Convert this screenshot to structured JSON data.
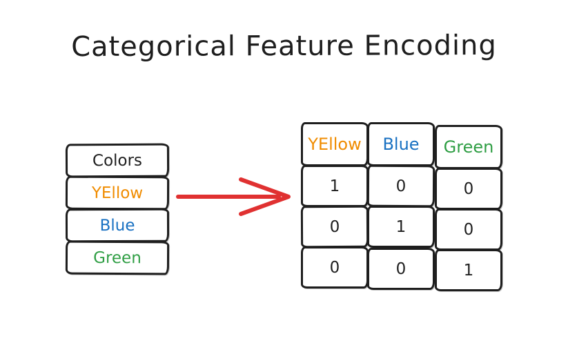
{
  "title": "Categorical Feature Encoding",
  "palette": {
    "ink": "#1e1e1e",
    "yellow": "#f08c00",
    "blue": "#1971c2",
    "green": "#2f9e44",
    "arrow_red": "#e03131",
    "background": "#ffffff"
  },
  "source_table": {
    "header": "Colors",
    "rows": [
      {
        "label": "YEllow",
        "color": "#f08c00"
      },
      {
        "label": "Blue",
        "color": "#1971c2"
      },
      {
        "label": "Green",
        "color": "#2f9e44"
      }
    ]
  },
  "arrow": {
    "direction": "right",
    "color": "#e03131"
  },
  "encoded_table": {
    "headers": [
      {
        "label": "YEllow",
        "color": "#f08c00"
      },
      {
        "label": "Blue",
        "color": "#1971c2"
      },
      {
        "label": "Green",
        "color": "#2f9e44"
      }
    ],
    "rows": [
      [
        "1",
        "0",
        "0"
      ],
      [
        "0",
        "1",
        "0"
      ],
      [
        "0",
        "0",
        "1"
      ]
    ]
  }
}
